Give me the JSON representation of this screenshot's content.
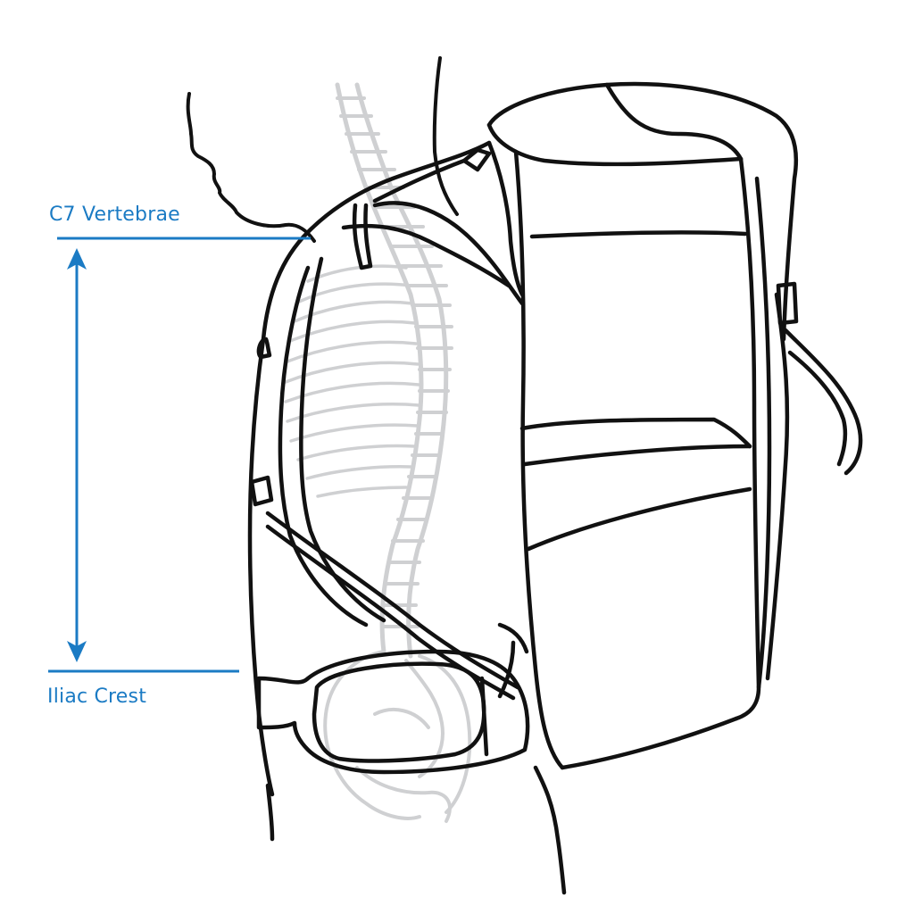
{
  "figure": {
    "subject": "Side view of a person wearing a backpack with spine overlay, showing torso length measurement",
    "labels": {
      "top": "C7 Vertebrae",
      "bottom": "Iliac Crest"
    },
    "measurement": {
      "from": "C7 Vertebrae",
      "to": "Iliac Crest",
      "arrow": "double-headed-vertical-arrow"
    },
    "colors": {
      "accent": "#1b7bc4",
      "linework": "#111111",
      "skeleton": "#cfd0d2",
      "background": "#ffffff"
    }
  }
}
